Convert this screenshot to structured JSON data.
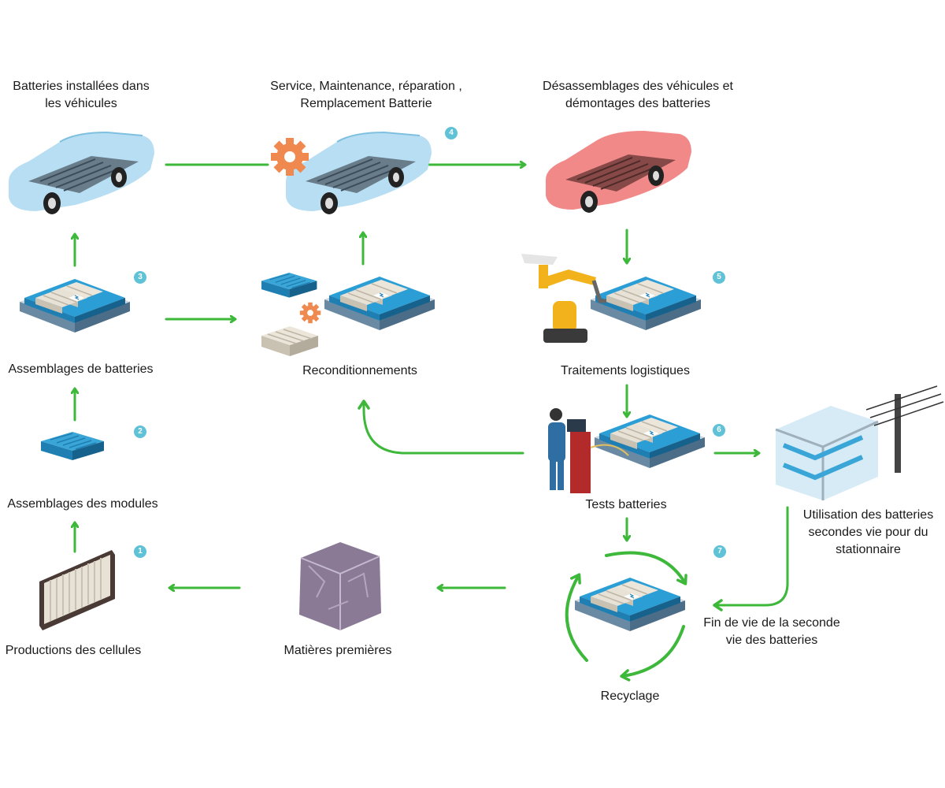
{
  "labels": {
    "cars_installed": [
      "Batteries installées dans",
      "les véhicules"
    ],
    "service": [
      "Service, Maintenance, réparation ,",
      "Remplacement Batterie"
    ],
    "disassembly": [
      "Désassemblages des véhicules et",
      "démontages des  batteries"
    ],
    "battery_assembly": "Assemblages de batteries",
    "reconditioning": "Reconditionnements",
    "logistics": "Traitements logistiques",
    "module_assembly": "Assemblages des modules",
    "tests": "Tests batteries",
    "second_life": [
      "Utilisation des batteries",
      "secondes vie pour du",
      "stationnaire"
    ],
    "cell_production": "Productions des cellules",
    "raw_materials": "Matières premières",
    "end_of_life": [
      "Fin de vie de la seconde",
      "vie des batteries"
    ],
    "recycling": "Recyclage"
  },
  "badges": [
    "1",
    "2",
    "3",
    "4",
    "5",
    "6",
    "7"
  ],
  "colors": {
    "arrow": "#3db83a",
    "badge": "#5fc2d6",
    "car_blue": "#9fd3ee",
    "car_red": "#ef6b6b",
    "module_blue": "#1f8fc4",
    "cell_cream": "#e8e2d6",
    "gear": "#f0894f"
  }
}
